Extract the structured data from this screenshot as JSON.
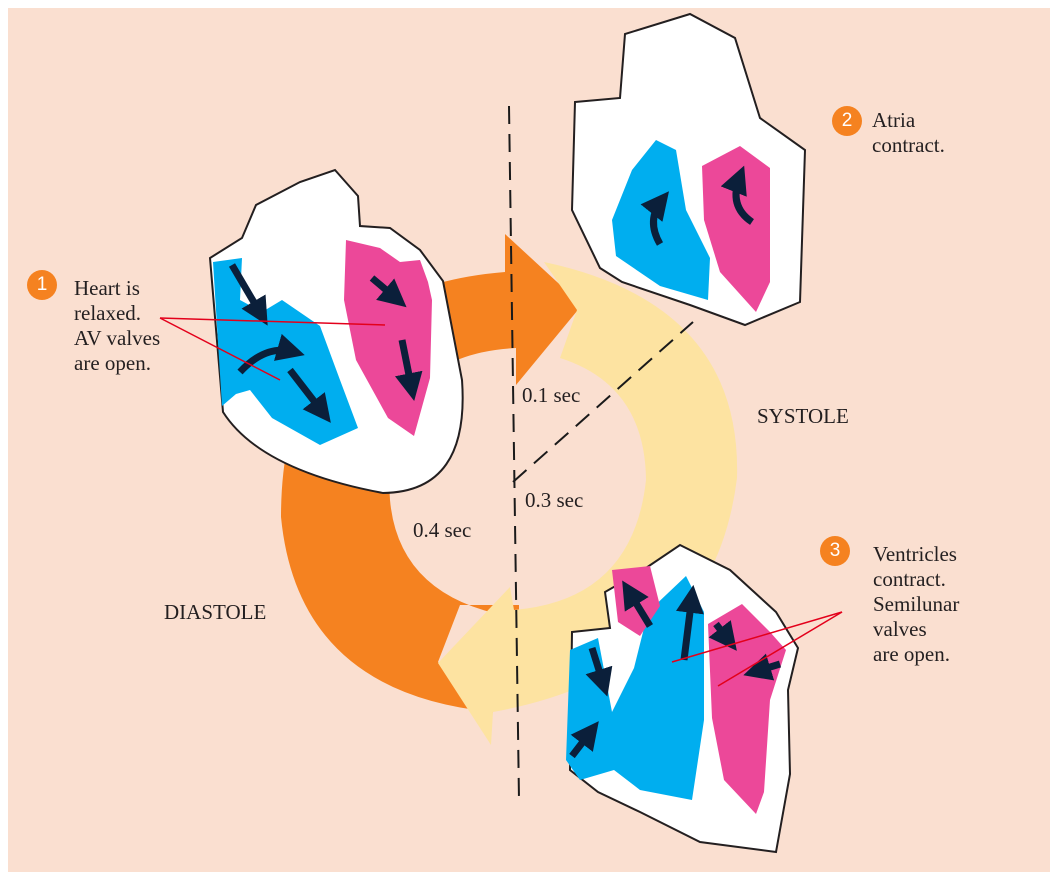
{
  "colors": {
    "background": "#fadfd0",
    "diastole_arrow": "#f58220",
    "systole_arrow": "#fde3a1",
    "badge": "#f58220",
    "deoxygenated_blood": "#00aeef",
    "oxygenated_blood": "#ec4899",
    "pointer_line": "#e3001b"
  },
  "steps": [
    {
      "number": "1",
      "text": "Heart is\nrelaxed.\nAV valves\nare open."
    },
    {
      "number": "2",
      "text": "Atria\ncontract."
    },
    {
      "number": "3",
      "text": "Ventricles\ncontract.\nSemilunar\nvalves\nare open."
    }
  ],
  "phases": {
    "systole": "SYSTOLE",
    "diastole": "DIASTOLE"
  },
  "durations": {
    "atrial": "0.1 sec",
    "ventricular": "0.3 sec",
    "relaxation": "0.4 sec"
  }
}
